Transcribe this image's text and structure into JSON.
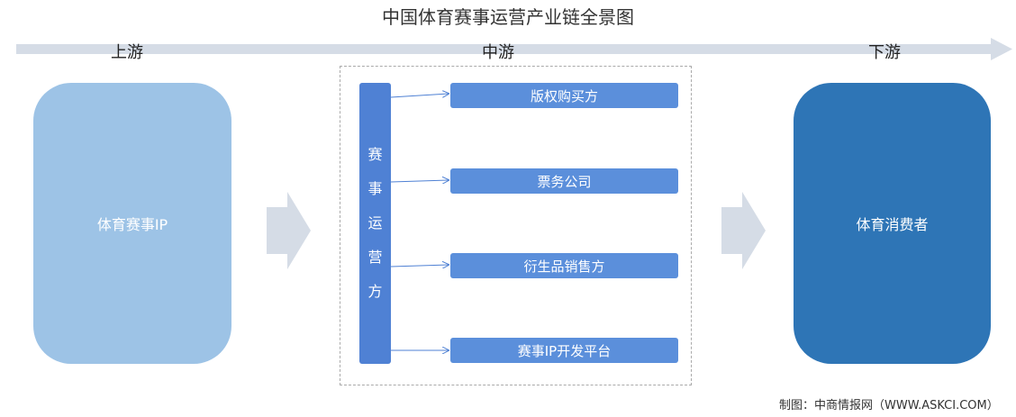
{
  "title": "中国体育赛事运营产业链全景图",
  "stages": {
    "upstream": "上游",
    "midstream": "中游",
    "downstream": "下游"
  },
  "upstream_box": "体育赛事IP",
  "midstream": {
    "operator": [
      "赛",
      "事",
      "运",
      "营",
      "方"
    ],
    "items": [
      "版权购买方",
      "票务公司",
      "衍生品销售方",
      "赛事IP开发平台"
    ]
  },
  "downstream_box": "体育消费者",
  "footer": "制图：中商情报网（WWW.ASKCI.COM）",
  "colors": {
    "upstream": "#9dc3e6",
    "operator": "#4f81d4",
    "items": "#5b8fdb",
    "downstream": "#2e75b6",
    "arrow": "#d5dce6"
  }
}
